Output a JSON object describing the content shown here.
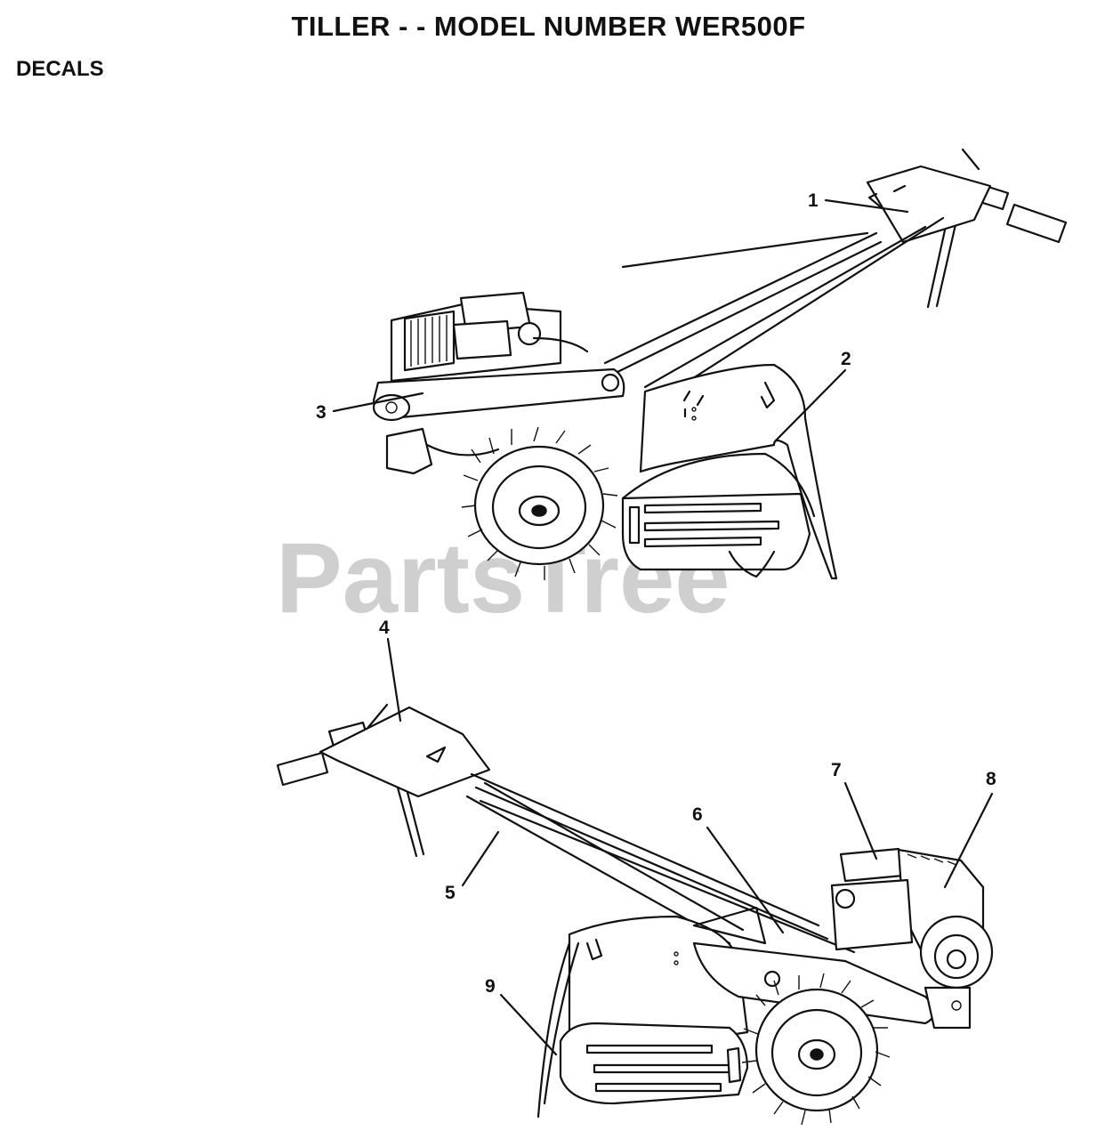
{
  "header": {
    "title": "TILLER - - MODEL NUMBER WER500F",
    "section": "DECALS"
  },
  "watermark": "PartsTree",
  "callouts": [
    "1",
    "2",
    "3",
    "4",
    "5",
    "6",
    "7",
    "8",
    "9"
  ]
}
